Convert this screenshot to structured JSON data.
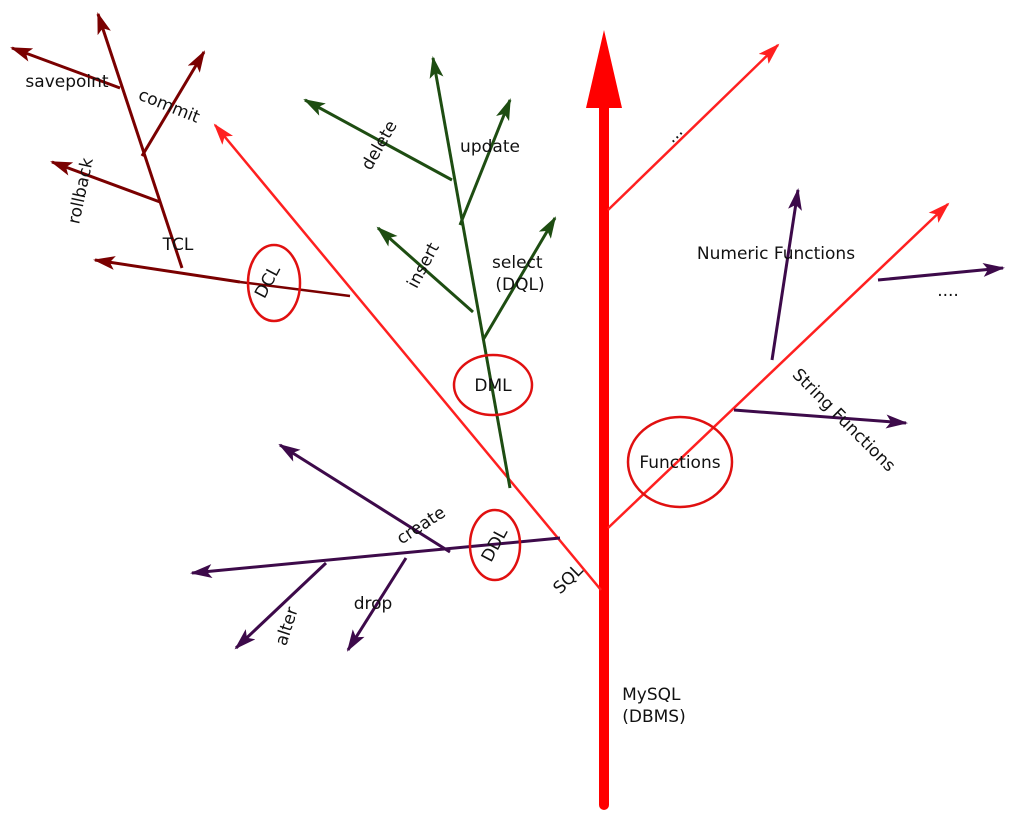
{
  "colors": {
    "trunk": "#ff0000",
    "sql_branch": "#ff2020",
    "tcl": "#7a0000",
    "dml": "#1e4d12",
    "ddl": "#3d0a4a",
    "functions": "#3d0a4a",
    "ellipse": "#e01010"
  },
  "labels": {
    "trunk": "MySQL\n(DBMS)",
    "sql": "SQL",
    "ddl": "DDL",
    "dml": "DML",
    "dcl": "DCL",
    "tcl": "TCL",
    "functions": "Functions",
    "more_top": "...",
    "more_functions": "....",
    "numeric_functions": "Numeric Functions",
    "string_functions": "String Functions",
    "create": "create",
    "alter": "alter",
    "drop": "drop",
    "insert": "insert",
    "delete": "delete",
    "update": "update",
    "select": "select\n(DQL)",
    "savepoint": "savepoint",
    "commit": "commit",
    "rollback": "rollback"
  }
}
